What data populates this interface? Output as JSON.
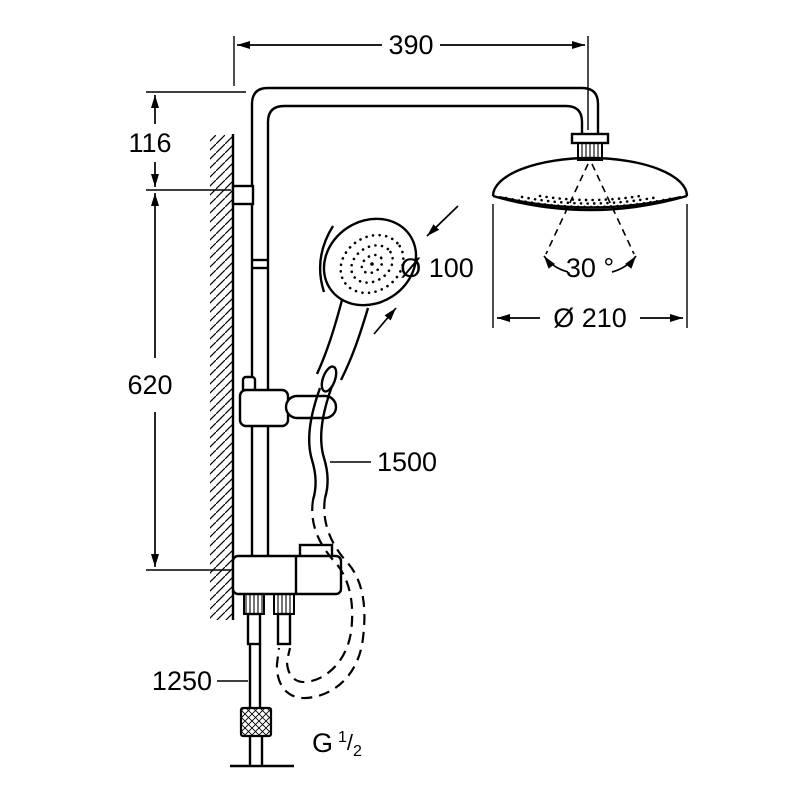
{
  "drawing": {
    "dimensions": {
      "top_width": "390",
      "upper_offset": "116",
      "rail_length": "620",
      "hand_shower_diameter": "Ø 100",
      "head_swivel_angle": "30 °",
      "head_diameter": "Ø 210",
      "shower_hose_length": "1500",
      "inlet_hose_length": "1250"
    },
    "thread": {
      "prefix": "G",
      "fraction_numerator": "1",
      "fraction_slash": "/",
      "fraction_denominator": "2"
    },
    "colors": {
      "line": "#000000",
      "background": "#ffffff"
    }
  }
}
